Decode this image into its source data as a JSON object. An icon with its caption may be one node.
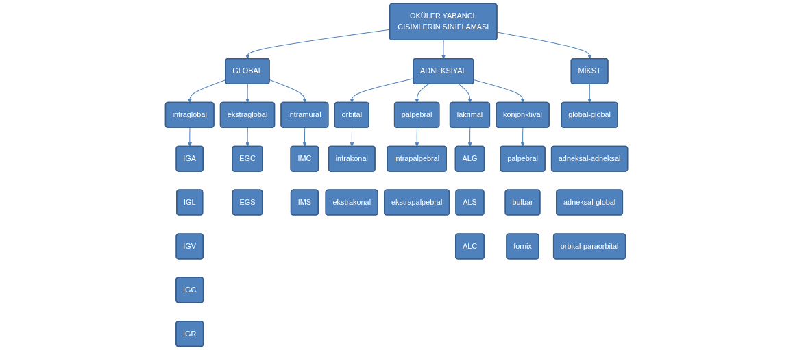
{
  "diagram": {
    "nodes": [
      {
        "text": [
          "OKÜLER YABANCI CİSİMLERİN SINIFLAMASI"
        ]
      },
      {
        "text": [
          "GLOBAL"
        ]
      },
      {
        "text": [
          "ADNEKSİYAL"
        ]
      },
      {
        "text": [
          "MİKST"
        ]
      },
      {
        "text": [
          "intraglobal"
        ]
      },
      {
        "text": [
          "ekstraglobal"
        ]
      },
      {
        "text": [
          "intramural"
        ]
      },
      {
        "text": [
          "IGA"
        ]
      },
      {
        "text": [
          "IGL"
        ]
      },
      {
        "text": [
          "IGV"
        ]
      },
      {
        "text": [
          "IGC"
        ]
      },
      {
        "text": [
          "IGR"
        ]
      },
      {
        "text": [
          "EGC"
        ]
      },
      {
        "text": [
          "EGS"
        ]
      },
      {
        "text": [
          "IMC"
        ]
      },
      {
        "text": [
          "IMS"
        ]
      },
      {
        "text": [
          "orbital"
        ]
      },
      {
        "text": [
          "palpebral"
        ]
      },
      {
        "text": [
          "lakrimal"
        ]
      },
      {
        "text": [
          "konjonktival"
        ]
      },
      {
        "text": [
          "intrakonal"
        ]
      },
      {
        "text": [
          "ekstrakonal"
        ]
      },
      {
        "text": [
          "intrapalpebral"
        ]
      },
      {
        "text": [
          "ekstrapalpebral"
        ]
      },
      {
        "text": [
          "ALG"
        ]
      },
      {
        "text": [
          "ALS"
        ]
      },
      {
        "text": [
          "ALC"
        ]
      },
      {
        "text": [
          "palpebral"
        ]
      },
      {
        "text": [
          "bulbar"
        ]
      },
      {
        "text": [
          "fornix"
        ]
      },
      {
        "text": [
          "global-global"
        ]
      },
      {
        "text": [
          "adneksal-adneksal"
        ]
      },
      {
        "text": [
          "adneksal-global"
        ]
      },
      {
        "text": [
          "orbital-paraorbital"
        ]
      }
    ],
    "edges": [
      {
        "from": 0,
        "to": 1,
        "arrow": "to"
      },
      {
        "from": 0,
        "to": 2,
        "arrow": "to"
      },
      {
        "from": 0,
        "to": 3,
        "arrow": "to"
      },
      {
        "from": 1,
        "to": 4,
        "arrow": "to"
      },
      {
        "from": 1,
        "to": 5,
        "arrow": "to"
      },
      {
        "from": 1,
        "to": 6,
        "arrow": "to"
      },
      {
        "from": 4,
        "to": 7,
        "arrow": "to"
      },
      {
        "from": 5,
        "to": 12,
        "arrow": "to"
      },
      {
        "from": 6,
        "to": 14,
        "arrow": "to"
      },
      {
        "from": 2,
        "to": 16,
        "arrow": "to"
      },
      {
        "from": 2,
        "to": 17,
        "arrow": "to"
      },
      {
        "from": 2,
        "to": 18,
        "arrow": "to"
      },
      {
        "from": 2,
        "to": 19,
        "arrow": "to"
      },
      {
        "from": 16,
        "to": 20,
        "arrow": "to"
      },
      {
        "from": 17,
        "to": 22,
        "arrow": "to"
      },
      {
        "from": 18,
        "to": 24,
        "arrow": "to"
      },
      {
        "from": 19,
        "to": 27,
        "arrow": "to"
      },
      {
        "from": 3,
        "to": 30,
        "arrow": "to"
      }
    ]
  }
}
